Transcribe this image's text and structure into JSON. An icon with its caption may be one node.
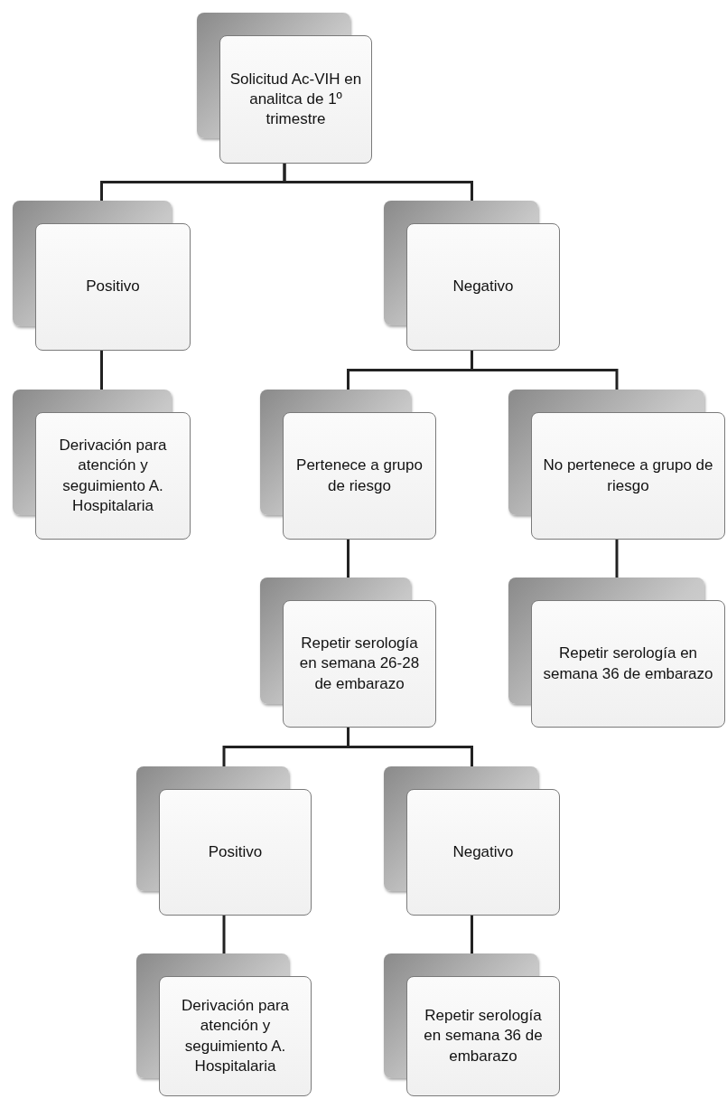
{
  "diagram": {
    "nodes": [
      {
        "text": [
          "Solicitud Ac-VIH en analitca de 1º trimestre"
        ]
      },
      {
        "text": [
          "Positivo"
        ]
      },
      {
        "text": [
          "Negativo"
        ]
      },
      {
        "text": [
          "Derivación para atención y seguimiento A. Hospitalaria"
        ]
      },
      {
        "text": [
          "Pertenece a grupo de riesgo"
        ]
      },
      {
        "text": [
          "No pertenece a grupo de riesgo"
        ]
      },
      {
        "text": [
          "Repetir serología en semana 26-28 de embarazo"
        ]
      },
      {
        "text": [
          "Repetir serología en semana 36 de embarazo"
        ]
      },
      {
        "text": [
          "Positivo"
        ]
      },
      {
        "text": [
          "Negativo"
        ]
      },
      {
        "text": [
          "Derivación para atención y seguimiento A. Hospitalaria"
        ]
      },
      {
        "text": [
          "Repetir serología en semana 36 de embarazo"
        ]
      }
    ],
    "edges": [
      {
        "from": 0,
        "to": 1,
        "arrow": "none"
      },
      {
        "from": 0,
        "to": 2,
        "arrow": "none"
      },
      {
        "from": 1,
        "to": 3,
        "arrow": "none"
      },
      {
        "from": 2,
        "to": 4,
        "arrow": "none"
      },
      {
        "from": 2,
        "to": 5,
        "arrow": "none"
      },
      {
        "from": 4,
        "to": 6,
        "arrow": "none"
      },
      {
        "from": 5,
        "to": 7,
        "arrow": "none"
      },
      {
        "from": 6,
        "to": 8,
        "arrow": "none"
      },
      {
        "from": 6,
        "to": 9,
        "arrow": "none"
      },
      {
        "from": 8,
        "to": 10,
        "arrow": "none"
      },
      {
        "from": 9,
        "to": 11,
        "arrow": "none"
      }
    ]
  }
}
